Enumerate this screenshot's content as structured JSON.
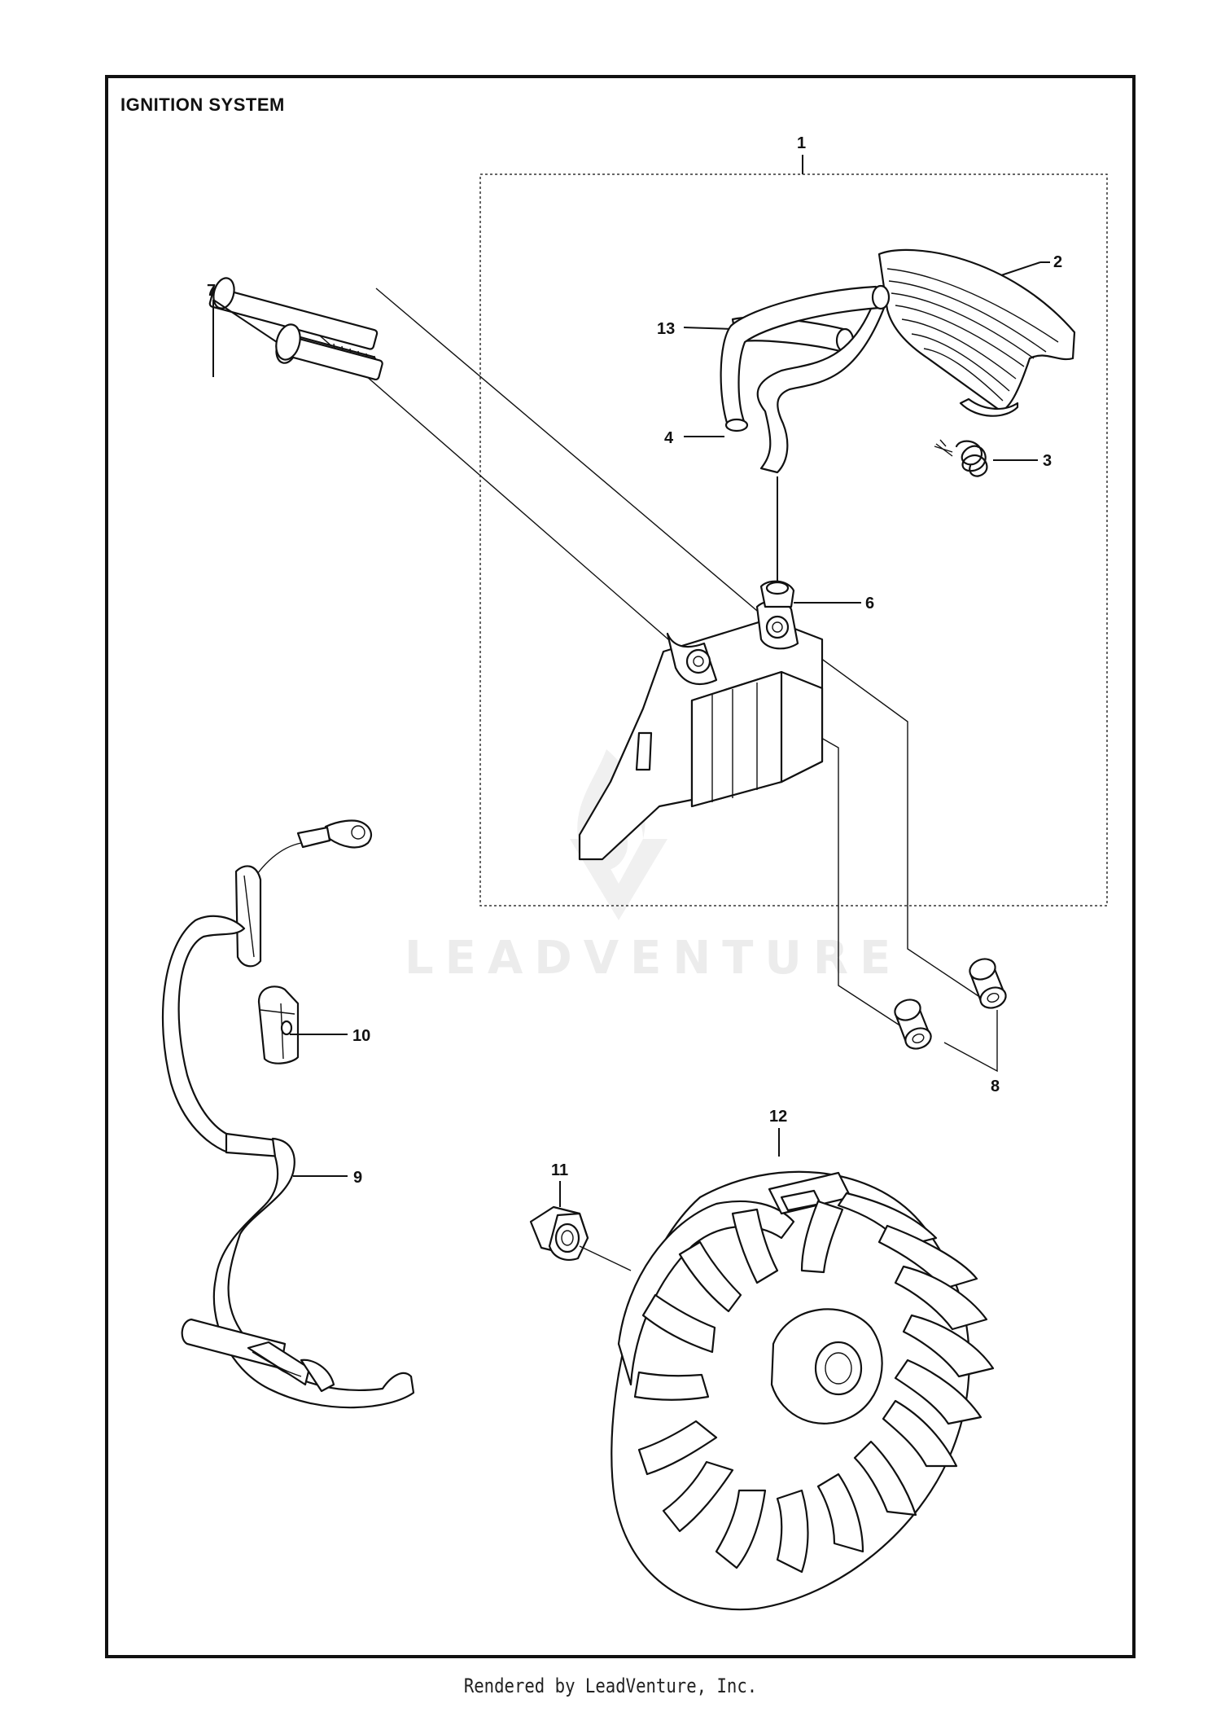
{
  "title": "IGNITION SYSTEM",
  "footer": "Rendered by LeadVenture, Inc.",
  "watermark": "LEADVENTURE",
  "callouts": {
    "c1": "1",
    "c2": "2",
    "c3": "3",
    "c4": "4",
    "c6": "6",
    "c7": "7",
    "c8": "8",
    "c9": "9",
    "c10": "10",
    "c11": "11",
    "c12": "12",
    "c13": "13"
  },
  "colors": {
    "line": "#111111",
    "watermark": "#ececec"
  }
}
